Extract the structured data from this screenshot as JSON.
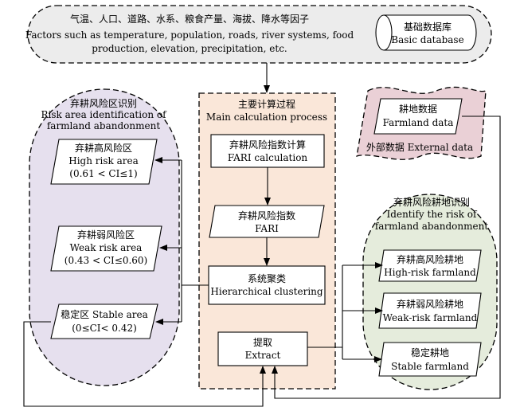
{
  "factors": {
    "line1": "气温、人口、道路、水系、粮食产量、海拔、降水等因子",
    "line2": "Factors such as temperature, population, roads, river systems, food",
    "line3": "production, elevation, precipitation, etc."
  },
  "basic_database": {
    "cn": "基础数据库",
    "en": "Basic database"
  },
  "risk_area_panel": {
    "title_cn": "弃耕风险区识别",
    "title_en1": "Risk area identification of",
    "title_en2": "farmland abandonment",
    "high": {
      "cn": "弃耕高风险区",
      "en": "High risk area",
      "range": "(0.61 < CI≤1)"
    },
    "weak": {
      "cn": "弃耕弱风险区",
      "en": "Weak risk area",
      "range": "(0.43 < CI≤0.60)"
    },
    "stable": {
      "line1": "稳定区 Stable area",
      "range": "(0≤CI< 0.42)"
    }
  },
  "main_process": {
    "title_cn": "主要计算过程",
    "title_en": "Main calculation process",
    "fari_calc": {
      "cn": "弃耕风险指数计算",
      "en": "FARI calculation"
    },
    "fari": {
      "cn": "弃耕风险指数",
      "en": "FARI"
    },
    "clustering": {
      "cn": "系统聚类",
      "en": "Hierarchical clustering"
    },
    "extract": {
      "cn": "提取",
      "en": "Extract"
    }
  },
  "external": {
    "label": "外部数据 External data",
    "farmland": {
      "cn": "耕地数据",
      "en": "Farmland data"
    }
  },
  "farmland_panel": {
    "title_cn": "弃耕风险耕地识别",
    "title_en1": "Identify the risk of",
    "title_en2": "farmland abandonment",
    "high": {
      "cn": "弃耕高风险耕地",
      "en": "High-risk farmland"
    },
    "weak": {
      "cn": "弃耕弱风险耕地",
      "en": "Weak-risk farmland"
    },
    "stable": {
      "cn": "稳定耕地",
      "en": "Stable farmland"
    }
  },
  "colors": {
    "factors_fill": "#ececec",
    "risk_panel_fill": "#e6e0ee",
    "main_fill": "#fae7d9",
    "external_fill": "#ead0d6",
    "farmland_panel_fill": "#e5ecdc",
    "stroke": "#000000"
  }
}
